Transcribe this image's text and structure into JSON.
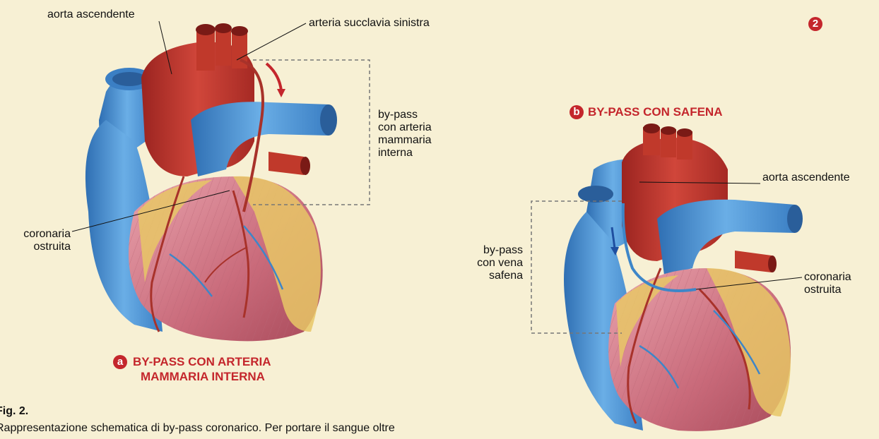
{
  "figure_number": "2",
  "panel_a": {
    "badge": "a",
    "title_line1": "BY-PASS CON ARTERIA",
    "title_line2": "MAMMARIA INTERNA",
    "labels": {
      "aorta": "aorta ascendente",
      "succlavia": "arteria succlavia sinistra",
      "bypass_line1": "by-pass",
      "bypass_line2": "con arteria",
      "bypass_line3": "mammaria",
      "bypass_line4": "interna",
      "coronaria_line1": "coronaria",
      "coronaria_line2": "ostruita"
    }
  },
  "panel_b": {
    "badge": "b",
    "title": "BY-PASS CON SAFENA",
    "labels": {
      "aorta": "aorta ascendente",
      "bypass_line1": "by-pass",
      "bypass_line2": "con vena",
      "bypass_line3": "safena",
      "coronaria_line1": "coronaria",
      "coronaria_line2": "ostruita"
    }
  },
  "caption": {
    "heading": "Fig. 2.",
    "text": "Rappresentazione schematica di by-pass coronarico. Per portare il sangue oltre"
  },
  "colors": {
    "aorta": "#c0392b",
    "vein": "#4a8fd0",
    "muscle": "#d88a96",
    "fat": "#e8c766",
    "accent": "#c4262c"
  }
}
